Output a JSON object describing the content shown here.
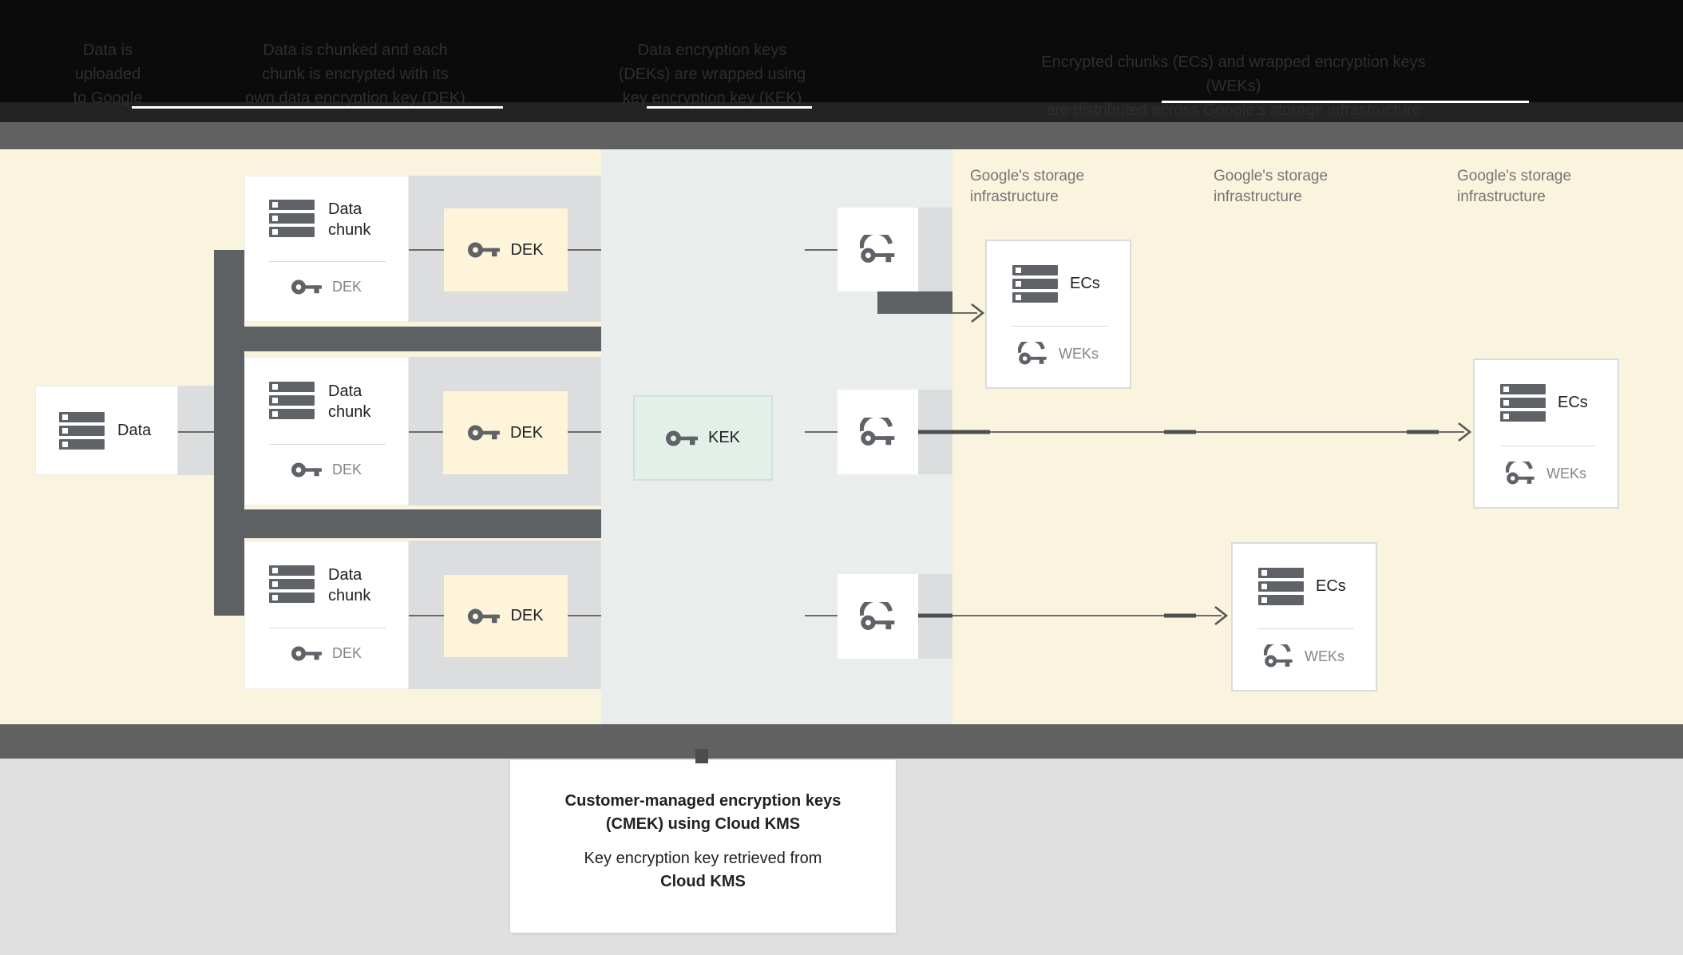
{
  "colors": {
    "header_bg": "#0b0b0b",
    "header_strip": "#232323",
    "header_text": "#2e2e2e",
    "band_gray": "#616161",
    "diagram_bg": "#faf3dd",
    "central_band": "#e9edec",
    "row_gray": "#dcddde",
    "dark_gray": "#5e6164",
    "cream": "#fdf4da",
    "green": "#e3f0e8",
    "footer_bg": "#e0e0e0",
    "ink": "#202124",
    "muted": "#80868b",
    "label_gray": "#757575",
    "line": "#6a6a6a"
  },
  "header": {
    "legend": [
      {
        "lines": [
          "Data is",
          "uploaded",
          "to Google"
        ]
      },
      {
        "lines": [
          "Data is chunked and each",
          "chunk is encrypted with its",
          "own data encryption key (DEK)"
        ]
      },
      {
        "lines": [
          "Data encryption keys",
          "(DEKs) are wrapped using",
          "key encryption key (KEK)"
        ]
      },
      {
        "lines": [
          "Encrypted chunks (ECs) and wrapped encryption keys (WEKs)",
          "are distributed across Google's storage infrastructure"
        ]
      }
    ]
  },
  "diagram": {
    "data_box": {
      "label": "Data"
    },
    "chunk_boxes": [
      {
        "title_line1": "Data",
        "title_line2": "chunk",
        "key_label": "DEK"
      },
      {
        "title_line1": "Data",
        "title_line2": "chunk",
        "key_label": "DEK"
      },
      {
        "title_line1": "Data",
        "title_line2": "chunk",
        "key_label": "DEK"
      }
    ],
    "dek_boxes": [
      {
        "label": "DEK"
      },
      {
        "label": "DEK"
      },
      {
        "label": "DEK"
      }
    ],
    "kek_box": {
      "label": "KEK"
    },
    "storage_labels": [
      {
        "line1": "Google's storage",
        "line2": "infrastructure"
      },
      {
        "line1": "Google's storage",
        "line2": "infrastructure"
      },
      {
        "line1": "Google's storage",
        "line2": "infrastructure"
      }
    ],
    "ec_boxes": [
      {
        "title": "ECs",
        "key_label": "WEKs"
      },
      {
        "title": "ECs",
        "key_label": "WEKs"
      },
      {
        "title": "ECs",
        "key_label": "WEKs"
      }
    ]
  },
  "footer": {
    "note": {
      "line1": "Customer-managed encryption keys",
      "line2": "(CMEK) using Cloud KMS",
      "line3": "Key encryption key retrieved from",
      "line4": "Cloud KMS"
    }
  }
}
